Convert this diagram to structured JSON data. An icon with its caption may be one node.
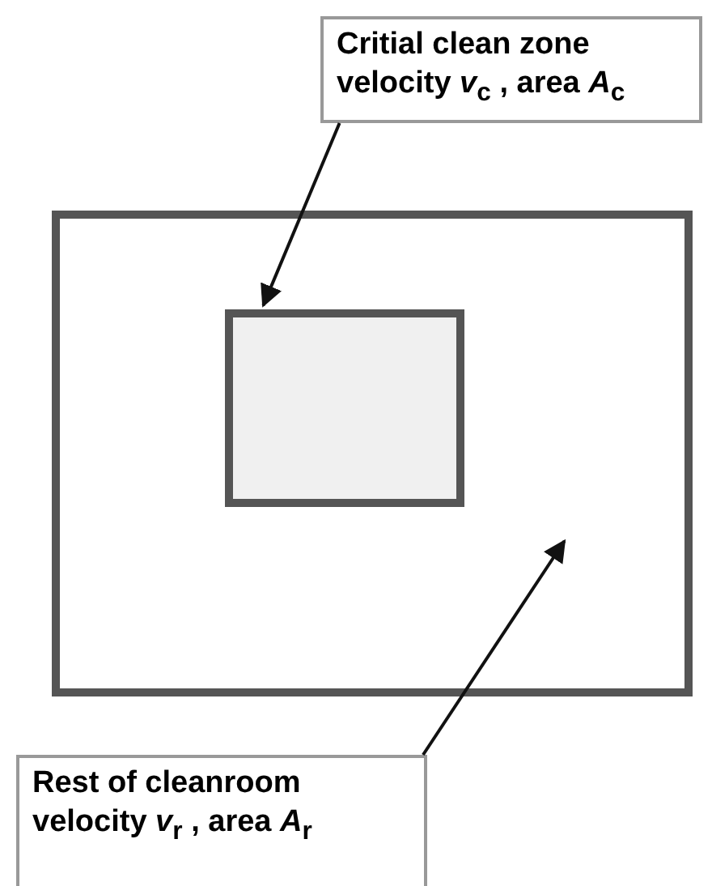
{
  "diagram": {
    "nodes": [
      {
        "text": [
          "Critial clean zone velocity *v*$_{c}$ , area *A*$_{c}$"
        ]
      },
      {
        "text": [],
        "shape": "box"
      },
      {
        "text": [],
        "shape": "box",
        "in": 1
      },
      {
        "text": [
          "Rest of cleanroom velocity *v*$_{r}$ , area *A*$_{r}$"
        ]
      }
    ],
    "edges": [
      {
        "from": 0,
        "to": 2,
        "arrow": "to"
      },
      {
        "from": 3,
        "to": 1,
        "arrow": "to"
      }
    ]
  }
}
